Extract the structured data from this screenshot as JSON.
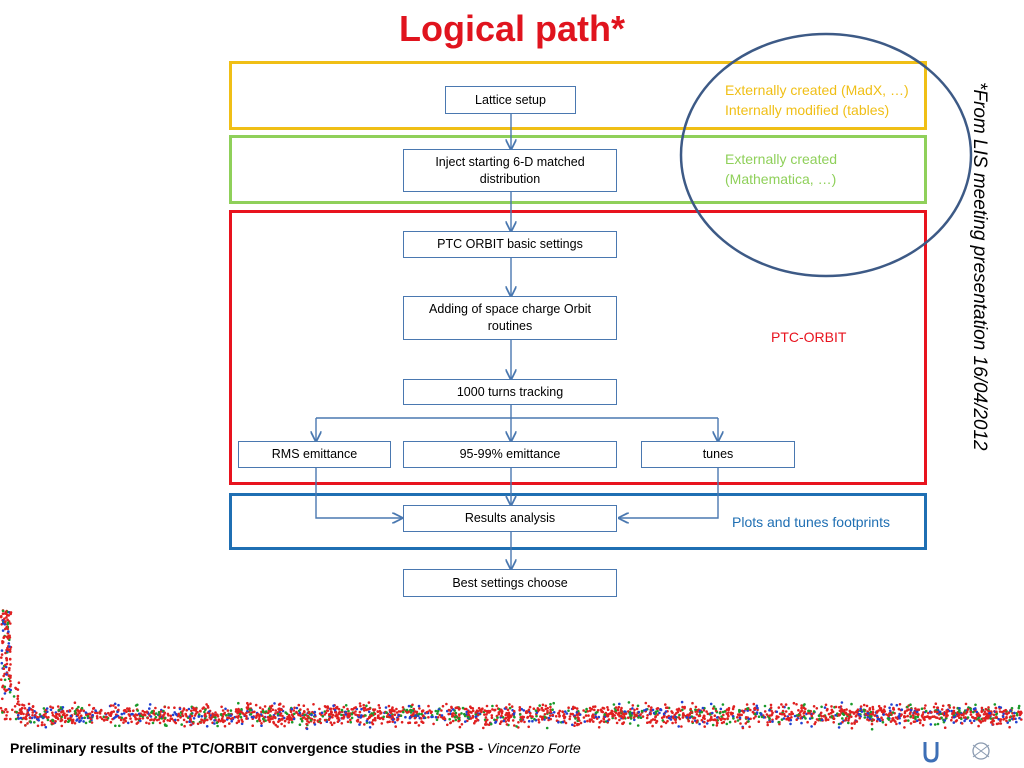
{
  "title": "Logical path*",
  "side_note": "*From LIS meeting presentation 16/04/2012",
  "nodes": {
    "lattice_setup": "Lattice setup",
    "inject": "Inject starting 6-D matched distribution",
    "ptc_basic": "PTC ORBIT basic settings",
    "space_charge": "Adding of space charge Orbit routines",
    "tracking": "1000 turns tracking",
    "rms": "RMS emittance",
    "emit9599": "95-99% emittance",
    "tunes": "tunes",
    "results": "Results analysis",
    "best": "Best settings choose"
  },
  "annotations": {
    "yellow_line1": "Externally created (MadX, …)",
    "yellow_line2": "Internally modified (tables)",
    "green_line1": "Externally created",
    "green_line2": "(Mathematica, …)",
    "red_label": "PTC-ORBIT",
    "blue_label": "Plots and tunes footprints"
  },
  "footer": {
    "bold": "Preliminary results of the PTC/ORBIT convergence studies in the PSB - ",
    "author": "Vincenzo Forte"
  },
  "colors": {
    "title": "#e0141e",
    "yellow": "#f0bf16",
    "green": "#8fd05a",
    "red": "#e8131e",
    "blue": "#1f6fb3",
    "circle": "#3d5a86",
    "connector": "#4a78b0"
  }
}
